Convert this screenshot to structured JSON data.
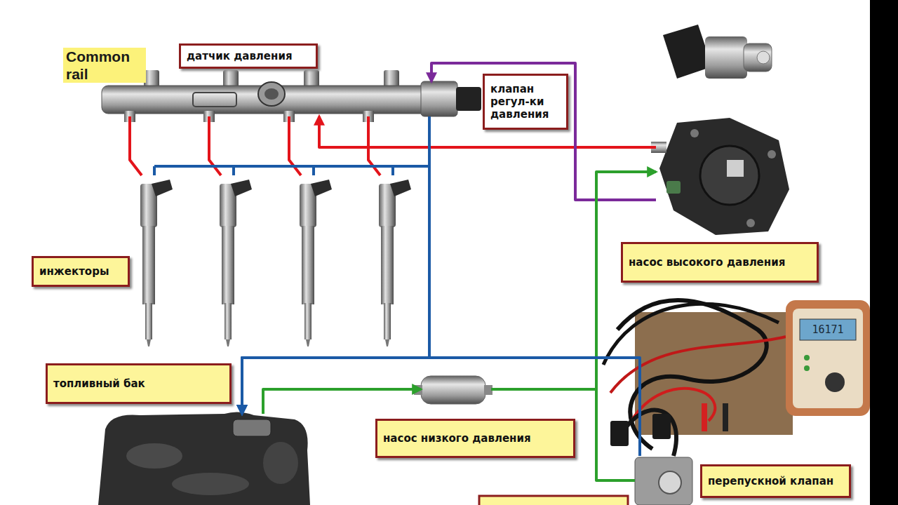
{
  "diagram": {
    "nodes": [
      {
        "text": [
          "Common rail"
        ]
      },
      {
        "text": [
          "датчик давления"
        ],
        "in": 0
      },
      {
        "text": [
          "клапан регул-ки давления"
        ],
        "in": 0
      },
      {
        "text": [
          "инжекторы"
        ]
      },
      {
        "text": [
          "насос высокого давления"
        ]
      },
      {
        "text": [
          "топливный бак"
        ]
      },
      {
        "text": [
          "насос низкого давления"
        ]
      },
      {
        "text": [
          "перепускной клапан"
        ]
      }
    ],
    "edges": [
      {
        "from": 0,
        "to": 3,
        "arrow": "none"
      },
      {
        "from": 4,
        "to": 0,
        "arrow": "to"
      },
      {
        "from": 4,
        "to": 2,
        "arrow": "to"
      },
      {
        "from": 3,
        "to": 5,
        "arrow": "to"
      },
      {
        "from": 2,
        "to": 5,
        "arrow": "to"
      },
      {
        "from": 5,
        "to": 6,
        "arrow": "to"
      },
      {
        "from": 6,
        "to": 4,
        "arrow": "to"
      },
      {
        "from": 6,
        "to": 7,
        "arrow": "none"
      },
      {
        "from": 7,
        "to": 5,
        "arrow": "to"
      }
    ],
    "labels": [
      "16171"
    ]
  }
}
